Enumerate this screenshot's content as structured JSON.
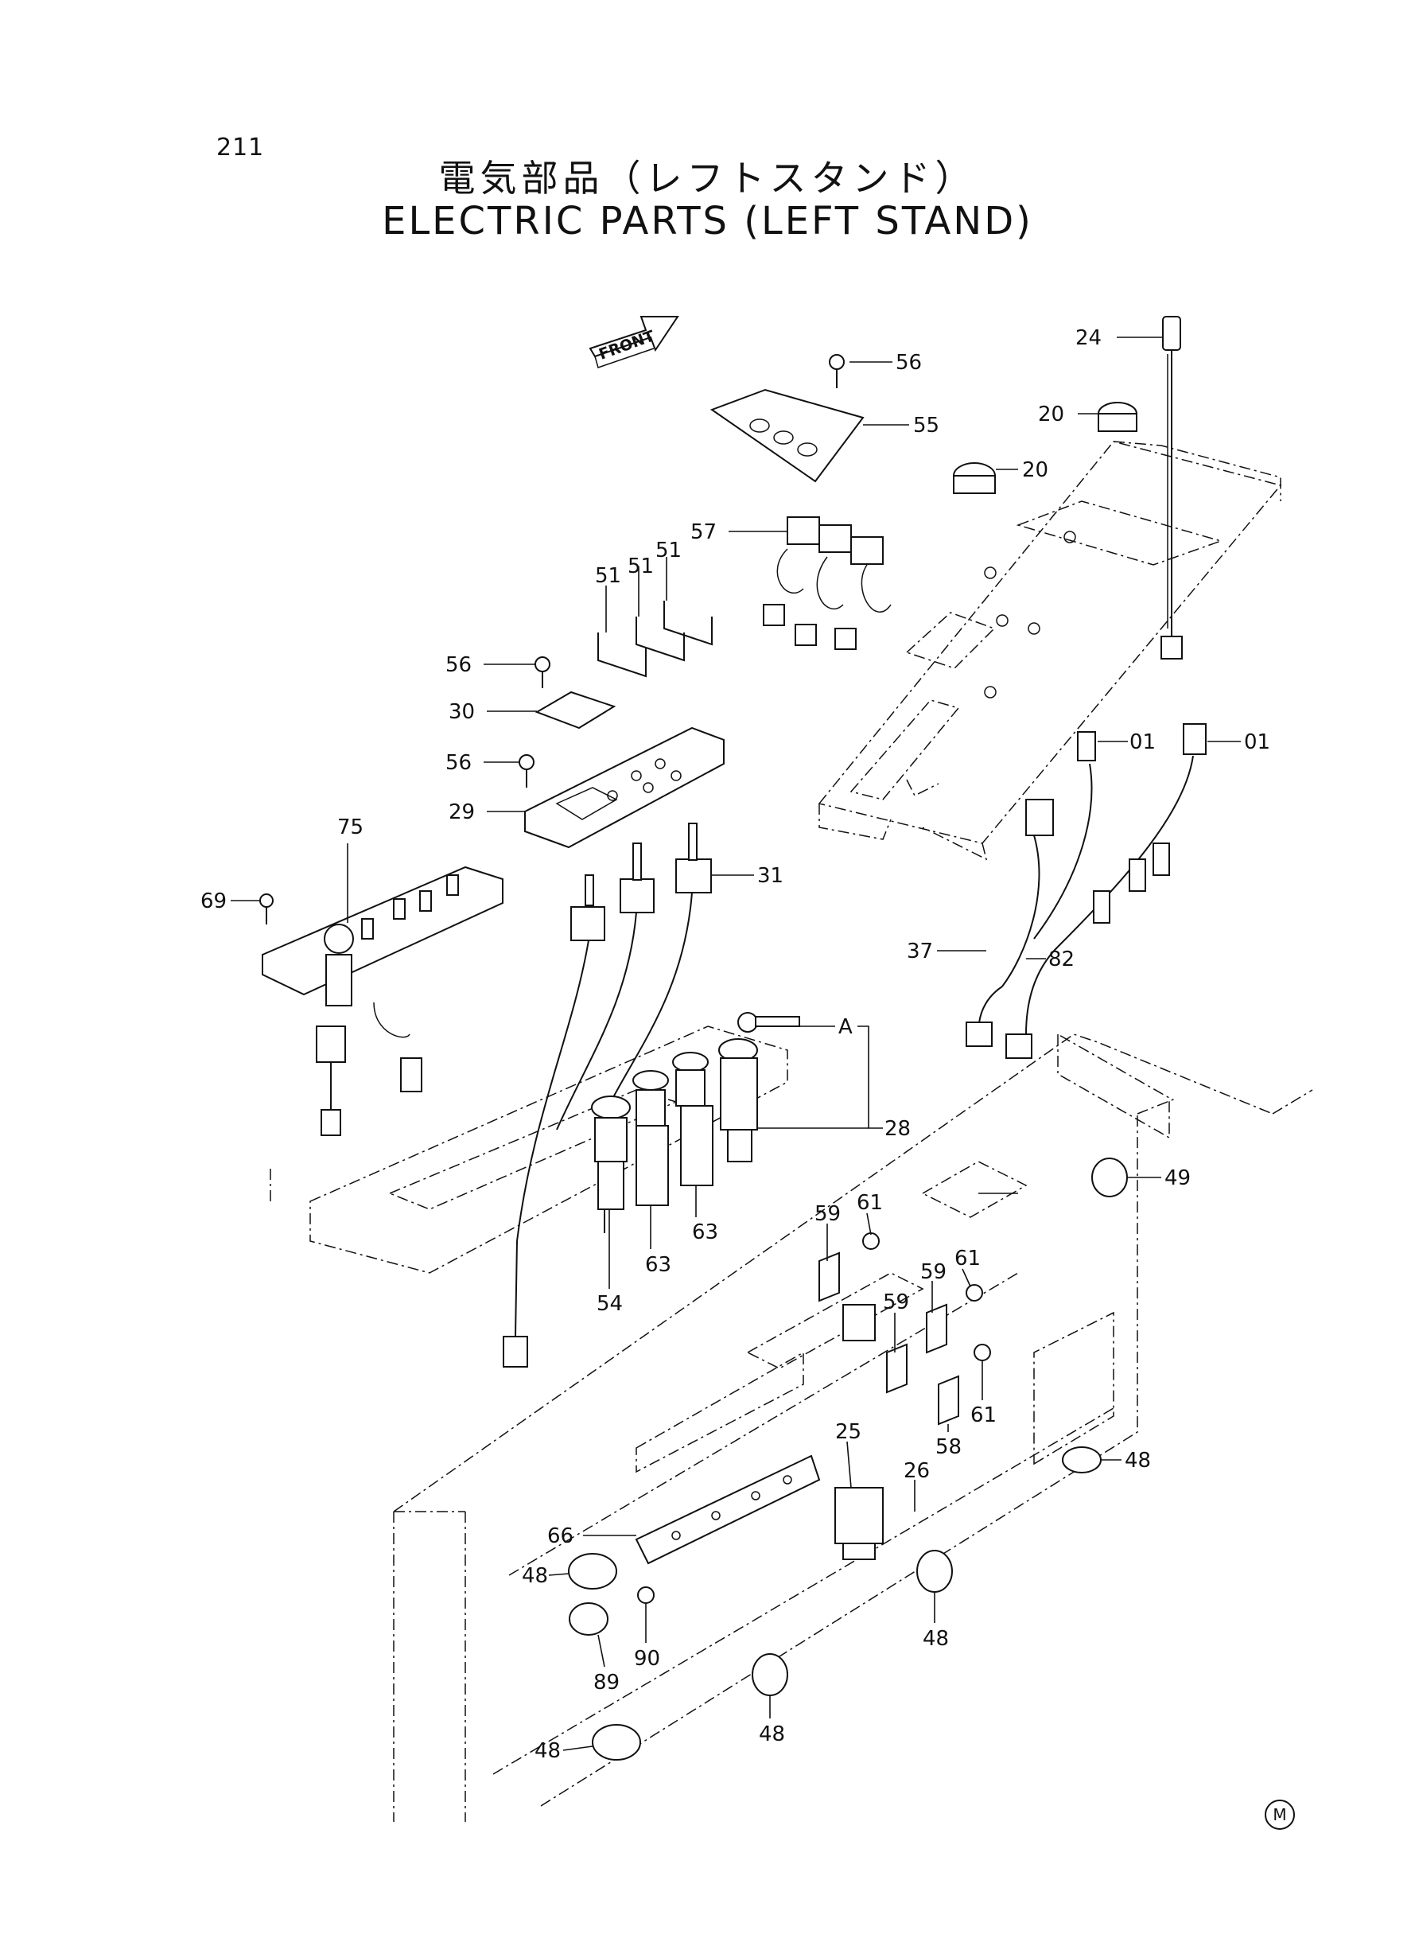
{
  "page": {
    "number": "211",
    "title_jp": "電気部品（レフトスタンド）",
    "title_en": "ELECTRIC PARTS (LEFT STAND)",
    "corner_mark": "M"
  },
  "diagram": {
    "front_arrow_label": "FRONT",
    "callouts": [
      {
        "id": "c24",
        "text": "24"
      },
      {
        "id": "c56a",
        "text": "56"
      },
      {
        "id": "c55",
        "text": "55"
      },
      {
        "id": "c20a",
        "text": "20"
      },
      {
        "id": "c20b",
        "text": "20"
      },
      {
        "id": "c57",
        "text": "57"
      },
      {
        "id": "c51a",
        "text": "51"
      },
      {
        "id": "c51b",
        "text": "51"
      },
      {
        "id": "c51c",
        "text": "51"
      },
      {
        "id": "c56b",
        "text": "56"
      },
      {
        "id": "c30",
        "text": "30"
      },
      {
        "id": "c56c",
        "text": "56"
      },
      {
        "id": "c29",
        "text": "29"
      },
      {
        "id": "c01a",
        "text": "01"
      },
      {
        "id": "c01b",
        "text": "01"
      },
      {
        "id": "c75",
        "text": "75"
      },
      {
        "id": "c69",
        "text": "69"
      },
      {
        "id": "c31",
        "text": "31"
      },
      {
        "id": "c37",
        "text": "37"
      },
      {
        "id": "c82",
        "text": "82"
      },
      {
        "id": "cA",
        "text": "A"
      },
      {
        "id": "c28",
        "text": "28"
      },
      {
        "id": "c49",
        "text": "49"
      },
      {
        "id": "c61a",
        "text": "61"
      },
      {
        "id": "c59a",
        "text": "59"
      },
      {
        "id": "c61b",
        "text": "61"
      },
      {
        "id": "c59b",
        "text": "59"
      },
      {
        "id": "c59c",
        "text": "59"
      },
      {
        "id": "c54",
        "text": "54"
      },
      {
        "id": "c63a",
        "text": "63"
      },
      {
        "id": "c63b",
        "text": "63"
      },
      {
        "id": "c58",
        "text": "58"
      },
      {
        "id": "c61c",
        "text": "61"
      },
      {
        "id": "c25",
        "text": "25"
      },
      {
        "id": "c26",
        "text": "26"
      },
      {
        "id": "c48a",
        "text": "48"
      },
      {
        "id": "c66",
        "text": "66"
      },
      {
        "id": "c48b",
        "text": "48"
      },
      {
        "id": "c90",
        "text": "90"
      },
      {
        "id": "c48c",
        "text": "48"
      },
      {
        "id": "c89",
        "text": "89"
      },
      {
        "id": "c48d",
        "text": "48"
      },
      {
        "id": "c48e",
        "text": "48"
      }
    ]
  }
}
